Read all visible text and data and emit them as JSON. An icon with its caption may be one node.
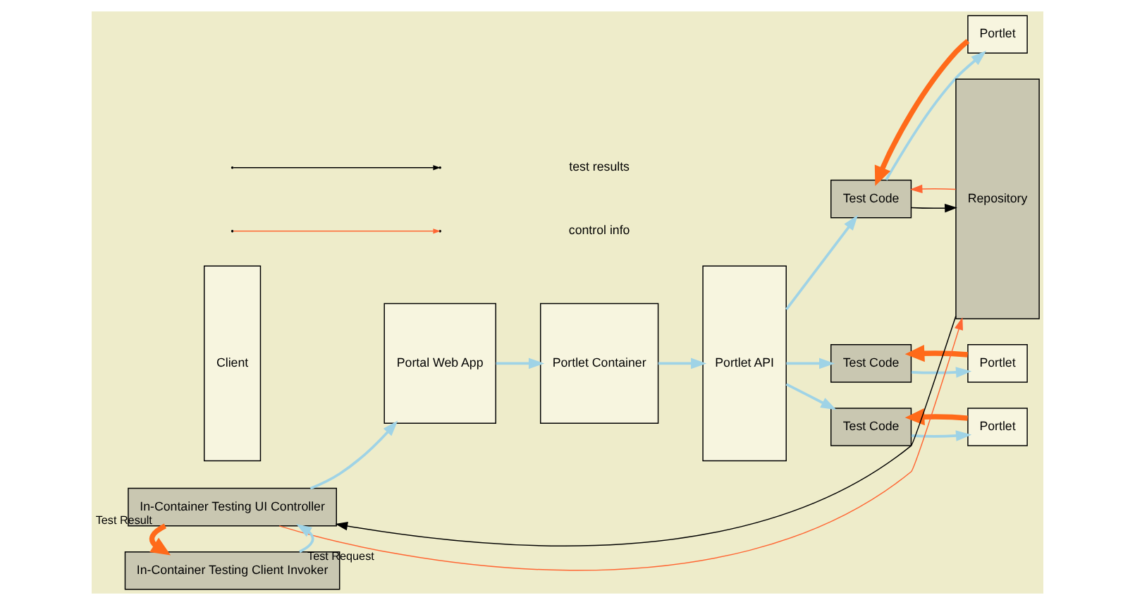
{
  "diagram": {
    "nodes": [
      {
        "text": [
          "Client"
        ]
      },
      {
        "text": [
          "Portal Web App"
        ]
      },
      {
        "text": [
          "Portlet Container"
        ]
      },
      {
        "text": [
          "Portlet API"
        ]
      },
      {
        "text": [
          "Test Code"
        ]
      },
      {
        "text": [
          "Portlet"
        ]
      },
      {
        "text": [
          "Test Code"
        ]
      },
      {
        "text": [
          "Portlet"
        ]
      },
      {
        "text": [
          "Test Code"
        ]
      },
      {
        "text": [
          "Portlet"
        ]
      },
      {
        "text": [
          "Repository"
        ]
      },
      {
        "text": [
          "In-Container Testing UI Controller"
        ]
      },
      {
        "text": [
          "In-Container Testing Client Invoker"
        ]
      }
    ],
    "edges": [
      {
        "from": 1,
        "to": 2,
        "arrow": "to"
      },
      {
        "from": 2,
        "to": 3,
        "arrow": "to"
      },
      {
        "from": 3,
        "to": 4,
        "arrow": "to"
      },
      {
        "from": 4,
        "to": 5,
        "arrow": "to"
      },
      {
        "from": 5,
        "to": 4,
        "arrow": "to",
        "style": "thick",
        "color": "#ff6a1a"
      },
      {
        "from": 4,
        "to": 10,
        "arrow": "to",
        "color": "#000000"
      },
      {
        "from": 10,
        "to": 4,
        "arrow": "to",
        "color": "#ff6633"
      },
      {
        "from": 3,
        "to": 6,
        "arrow": "to"
      },
      {
        "from": 6,
        "to": 7,
        "arrow": "to"
      },
      {
        "from": 7,
        "to": 6,
        "arrow": "to",
        "style": "thick",
        "color": "#ff6a1a"
      },
      {
        "from": 3,
        "to": 8,
        "arrow": "to"
      },
      {
        "from": 8,
        "to": 9,
        "arrow": "to"
      },
      {
        "from": 9,
        "to": 8,
        "arrow": "to",
        "style": "thick",
        "color": "#ff6a1a"
      },
      {
        "from": 10,
        "to": 11,
        "arrow": "to",
        "color": "#000000"
      },
      {
        "from": 11,
        "to": 10,
        "arrow": "to",
        "color": "#ff6633"
      },
      {
        "from": 11,
        "to": 1,
        "arrow": "to"
      },
      {
        "from": 12,
        "to": 11,
        "label": "Test Request",
        "arrow": "to"
      },
      {
        "from": 11,
        "to": 12,
        "label": "Test Result",
        "arrow": "to",
        "style": "thick",
        "color": "#ff6a1a"
      }
    ],
    "legend": [
      {
        "text": "test results"
      },
      {
        "text": "control info"
      }
    ]
  }
}
